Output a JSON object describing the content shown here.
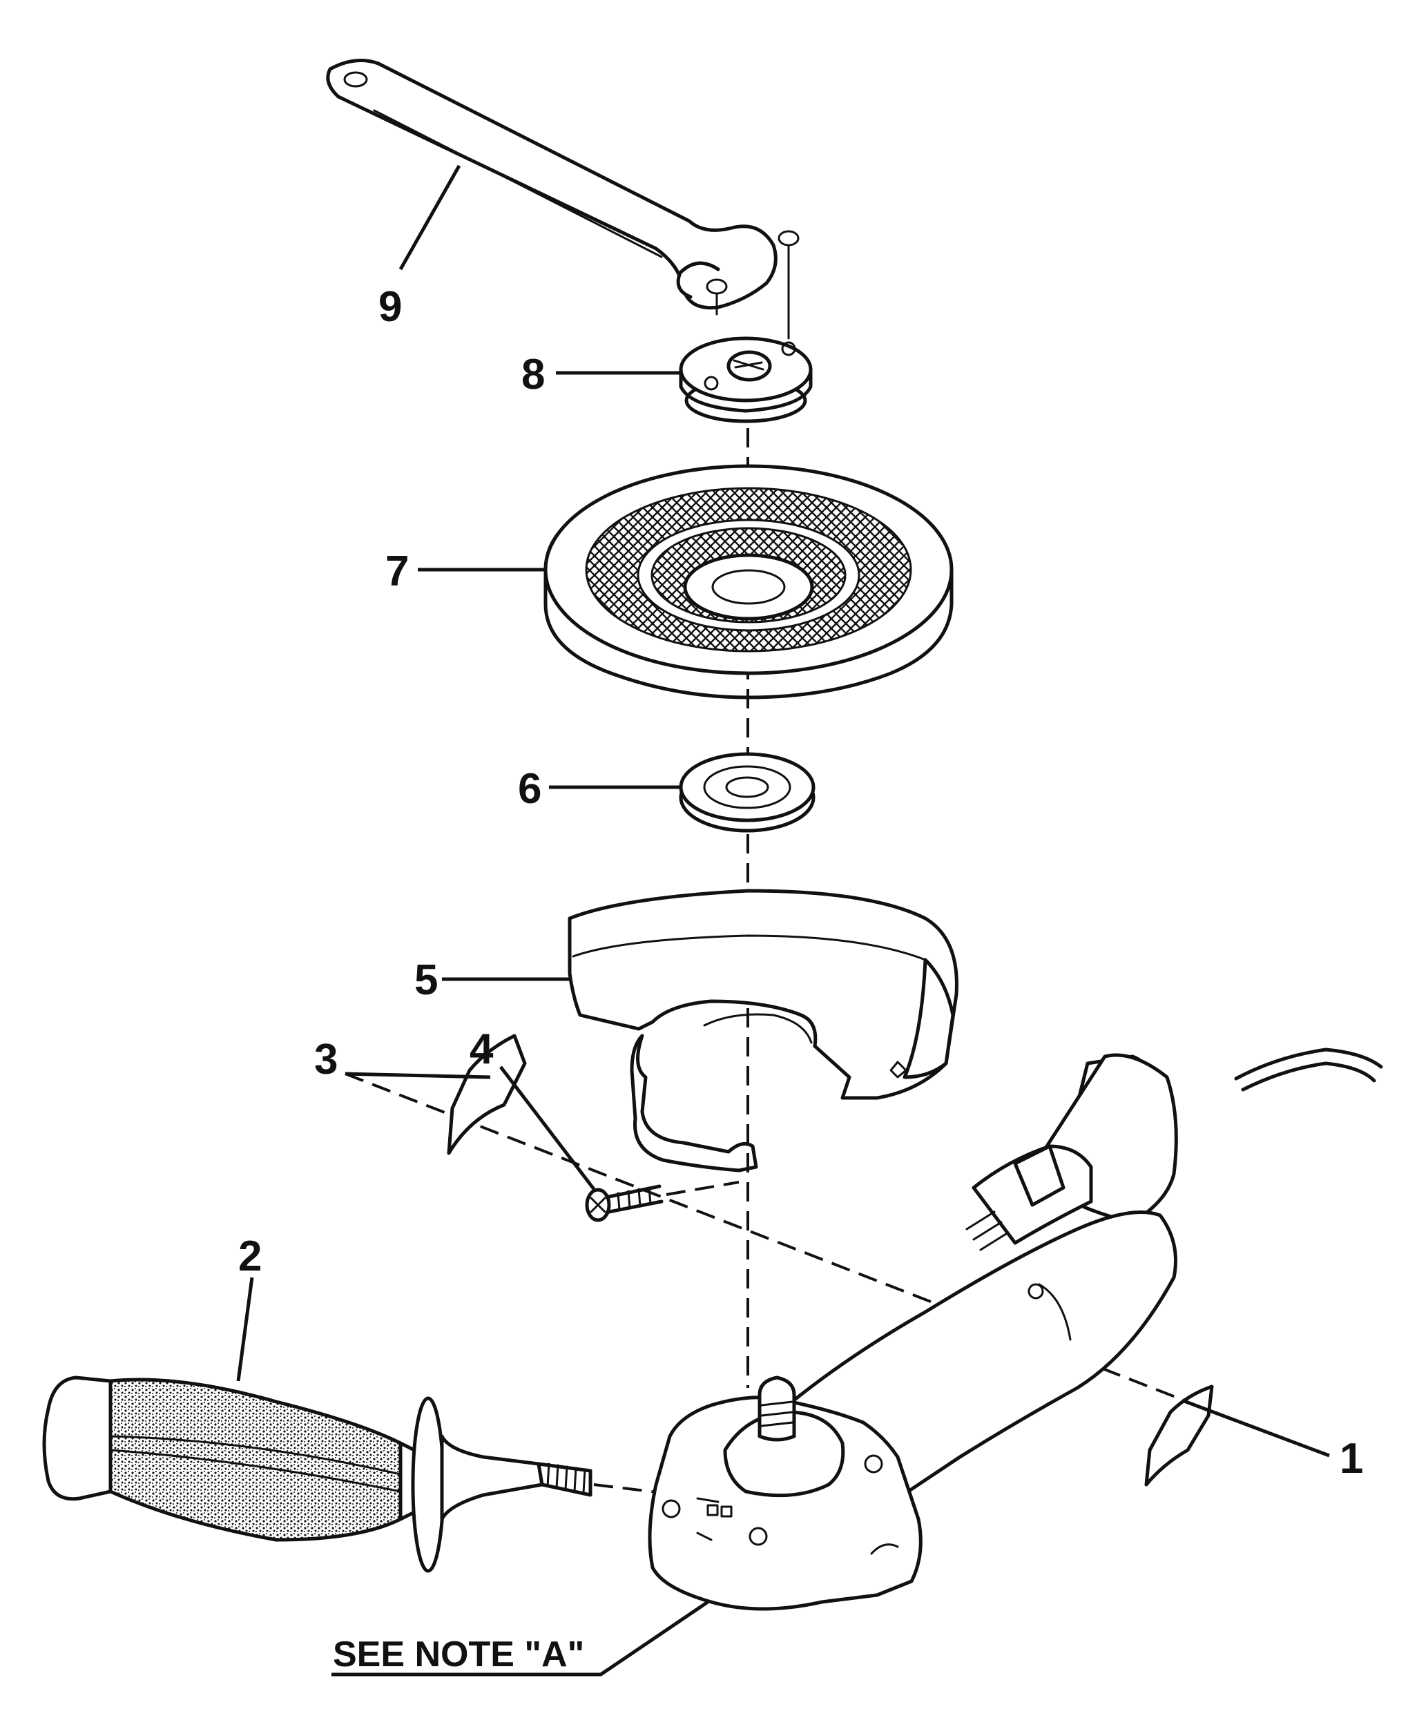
{
  "callouts": {
    "c1": "1",
    "c2": "2",
    "c3": "3",
    "c4": "4",
    "c5": "5",
    "c6": "6",
    "c7": "7",
    "c8": "8",
    "c9": "9"
  },
  "note": "SEE NOTE \"A\""
}
